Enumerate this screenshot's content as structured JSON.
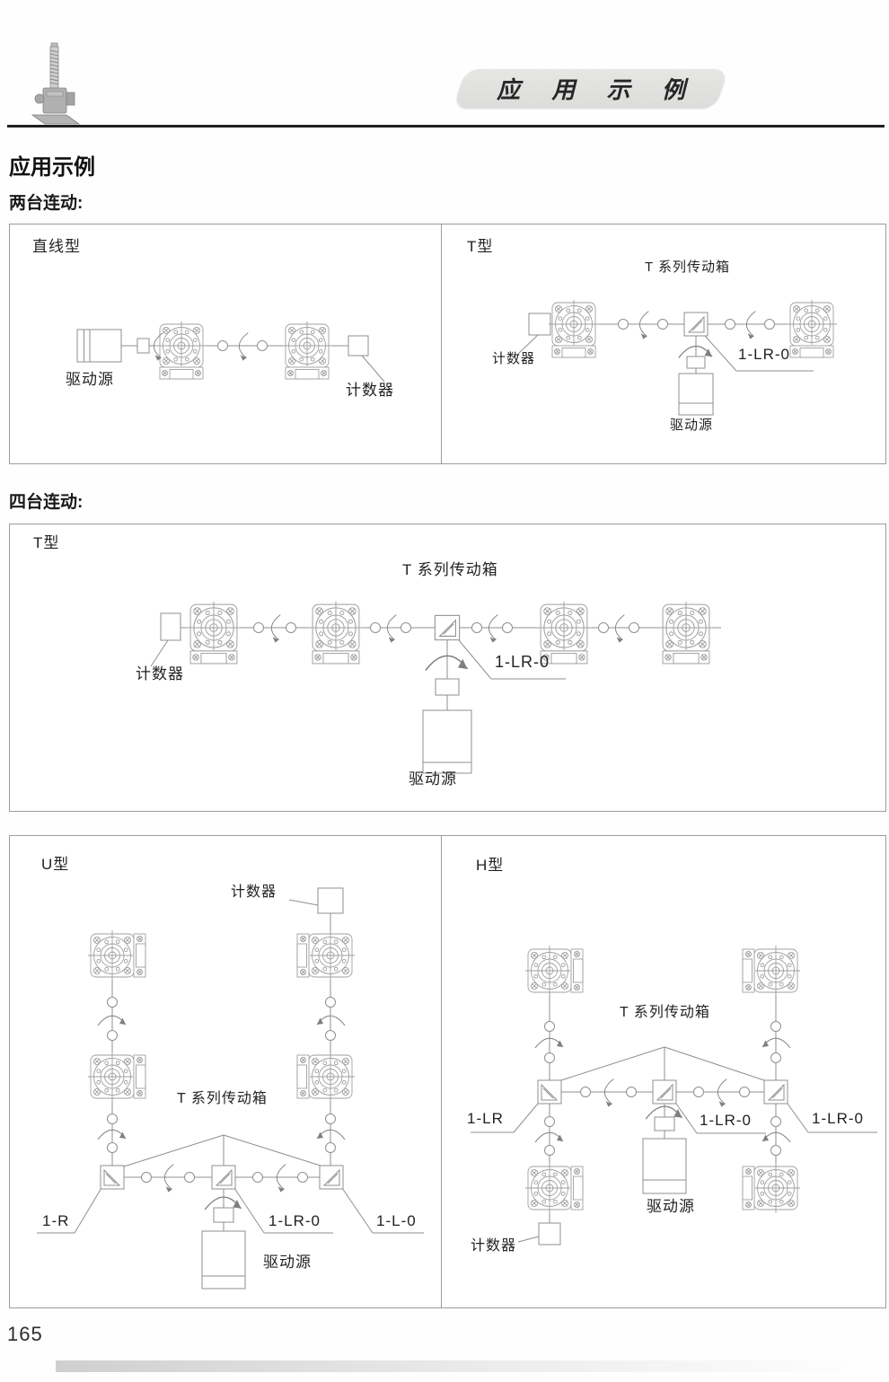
{
  "header": {
    "banner_title": "应 用 示 例",
    "logo": "screw-jack"
  },
  "page": {
    "title": "应用示例",
    "section_two": "两台连动:",
    "section_four": "四台连动:",
    "page_number": "165"
  },
  "shared": {
    "series_box": "T 系列传动箱",
    "counter": "计数器",
    "drive": "驱动源"
  },
  "panels": {
    "linear": {
      "type_label": "直线型"
    },
    "t_two": {
      "type_label": "T型",
      "code": "1-LR-0"
    },
    "t_four": {
      "type_label": "T型",
      "code": "1-LR-0"
    },
    "u_type": {
      "type_label": "U型",
      "code_left": "1-R",
      "code_center": "1-LR-0",
      "code_right": "1-L-0"
    },
    "h_type": {
      "type_label": "H型",
      "code_left": "1-LR",
      "code_center": "1-LR-0",
      "code_right": "1-LR-0"
    }
  },
  "colors": {
    "rule": "#1f1f1f",
    "banner_bg": "#e0e0de",
    "diagram_line": "#8f8f8f",
    "box_border": "#9c9c9c"
  }
}
